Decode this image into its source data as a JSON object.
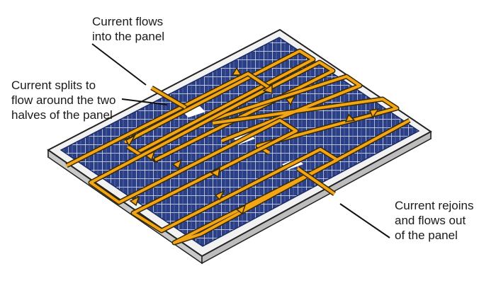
{
  "labels": {
    "inflow": "Current flows\ninto the panel",
    "split": "Current splits to\nflow around the two\nhalves of the panel",
    "rejoin": "Current rejoins\nand flows out\nof the panel"
  },
  "colors": {
    "cell": "#2b3f86",
    "cell_dark": "#1c2b63",
    "grid_line": "#e8ecf5",
    "frame_top": "#f2f2f2",
    "frame_side": "#d4d4d4",
    "outline": "#222222",
    "current": "#f2a516",
    "current_edge": "#3a2a00",
    "leader": "#111111"
  },
  "icons": {
    "flow_arrow": "triangle-arrow-icon"
  }
}
